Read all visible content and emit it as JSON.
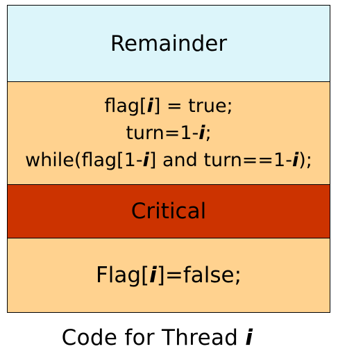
{
  "blocks": {
    "remainder": {
      "label": "Remainder",
      "color": "#dcf5fa"
    },
    "entry": {
      "color": "#ffd28f",
      "line1": {
        "pre": "flag[",
        "var": "i",
        "post": "] = true;"
      },
      "line2": {
        "pre": "turn=1-",
        "var": "i",
        "post": ";"
      },
      "line3": {
        "pre": "while(flag[1-",
        "var1": "i",
        "mid": "] and turn==1-",
        "var2": "i",
        "post": ");"
      }
    },
    "critical": {
      "label": "Critical",
      "color": "#cc3300"
    },
    "exit": {
      "color": "#ffd28f",
      "pre": "Flag[",
      "var": "i",
      "post": "]=false;"
    }
  },
  "caption": {
    "text": "Code for Thread ",
    "var": "i"
  }
}
